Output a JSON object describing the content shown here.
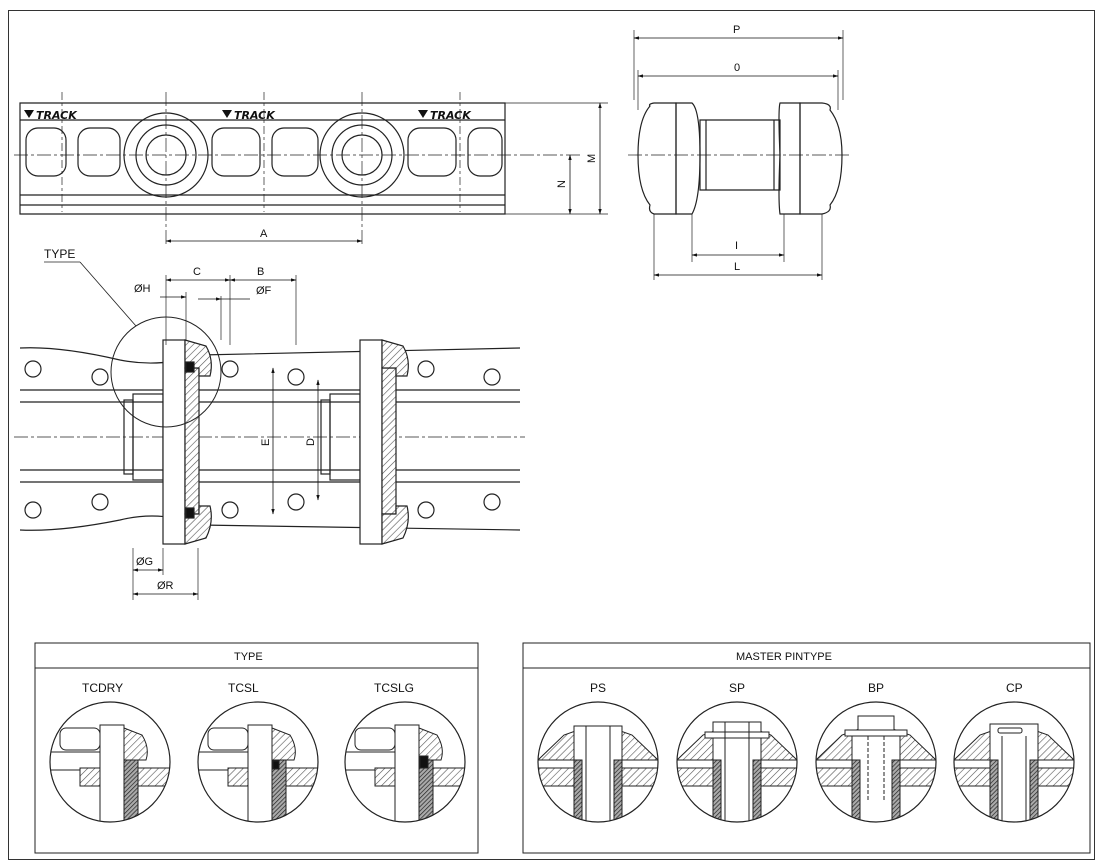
{
  "brand": {
    "logo_text": "TRACK"
  },
  "top_view": {
    "dims": {
      "A": "A",
      "M": "M",
      "N": "N"
    }
  },
  "side_view": {
    "dims": {
      "P": "P",
      "O": "0",
      "I": "I",
      "L": "L"
    }
  },
  "section_view": {
    "type_label": "TYPE",
    "dims": {
      "C": "C",
      "B": "B",
      "H": "ØH",
      "F": "ØF",
      "E": "E",
      "D": "D",
      "G": "ØG",
      "R": "ØR"
    }
  },
  "type_panel": {
    "title": "TYPE",
    "items": [
      {
        "label": "TCDRY"
      },
      {
        "label": "TCSL"
      },
      {
        "label": "TCSLG"
      }
    ]
  },
  "master_panel": {
    "title": "MASTER PINTYPE",
    "items": [
      {
        "label": "PS"
      },
      {
        "label": "SP"
      },
      {
        "label": "BP"
      },
      {
        "label": "CP"
      }
    ]
  },
  "colors": {
    "line": "#222222",
    "hatch": "#555555",
    "dark": "#333333"
  }
}
